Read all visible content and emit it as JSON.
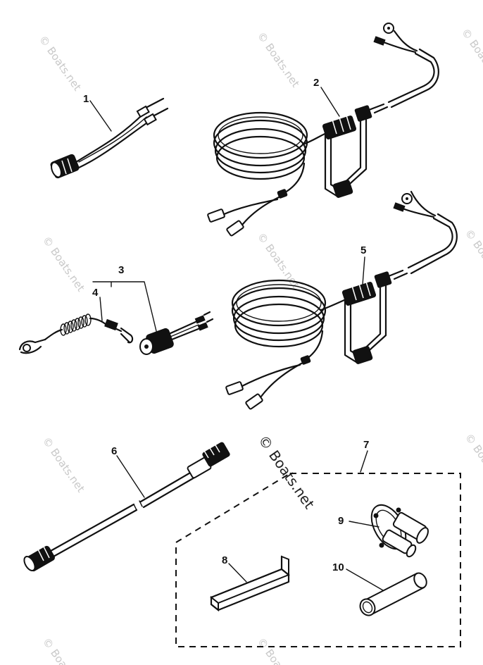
{
  "callouts": {
    "c1": "1",
    "c2": "2",
    "c3": "3",
    "c4": "4",
    "c5": "5",
    "c6": "6",
    "c7": "7",
    "c8": "8",
    "c9": "9",
    "c10": "10"
  },
  "watermark": {
    "brand": "© Boats.net"
  }
}
